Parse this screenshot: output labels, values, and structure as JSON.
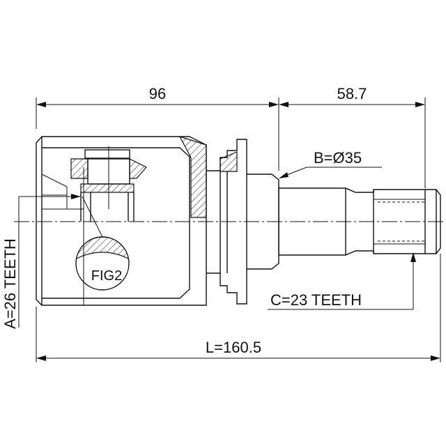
{
  "dimensions": {
    "top_left": "96",
    "top_right": "58.7",
    "bore_diameter": "B=Ø35",
    "outer_spline": "C=23 TEETH",
    "inner_spline": "A=26 TEETH",
    "overall_length": "L=160.5"
  },
  "detail_label": "FIG2"
}
